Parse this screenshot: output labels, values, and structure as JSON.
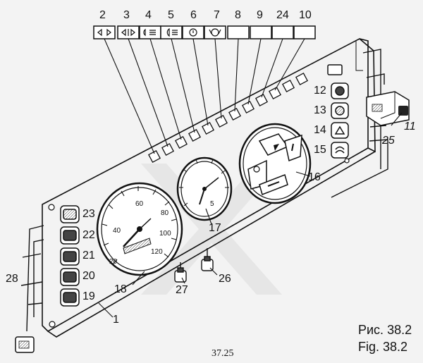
{
  "figure": {
    "caption_ru": "Рис. 38.2",
    "caption_en": "Fig. 38.2",
    "page_code": "37.25",
    "wire_label": "25"
  },
  "callouts": [
    "2",
    "3",
    "4",
    "5",
    "6",
    "7",
    "8",
    "9",
    "24",
    "10",
    "12",
    "13",
    "14",
    "15",
    "11",
    "16",
    "17",
    "23",
    "22",
    "21",
    "20",
    "19",
    "18",
    "27",
    "26",
    "28",
    "1"
  ],
  "speedometer_scale": [
    "20",
    "40",
    "60",
    "80",
    "100",
    "120"
  ],
  "tachometer_scale": [
    "5"
  ],
  "indicator_lamps": [
    "hazard-lamp",
    "turn-signal-lamp",
    "low-beam-lamp",
    "high-beam-lamp",
    "parking-brake-lamp",
    "brake-fluid-lamp",
    "blank-lamp",
    "blank-lamp",
    "blank-lamp",
    "blank-lamp"
  ]
}
